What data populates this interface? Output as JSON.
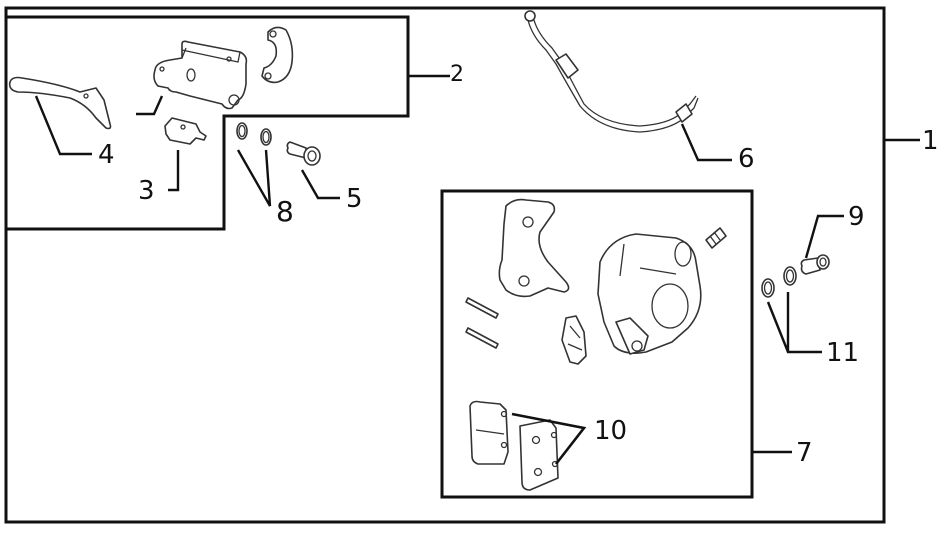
{
  "diagram": {
    "title": "Brake system exploded parts diagram",
    "labels": [
      {
        "id": "1",
        "text": "1",
        "part": "brake-assembly-complete"
      },
      {
        "id": "2",
        "text": "2",
        "part": "master-cylinder-assembly"
      },
      {
        "id": "3",
        "text": "3",
        "part": "brake-switch"
      },
      {
        "id": "4",
        "text": "4",
        "part": "brake-lever"
      },
      {
        "id": "5",
        "text": "5",
        "part": "banjo-bolt-upper"
      },
      {
        "id": "6",
        "text": "6",
        "part": "brake-hose"
      },
      {
        "id": "7",
        "text": "7",
        "part": "caliper-assembly"
      },
      {
        "id": "8",
        "text": "8",
        "part": "sealing-washers-upper"
      },
      {
        "id": "9",
        "text": "9",
        "part": "banjo-bolt-lower"
      },
      {
        "id": "10",
        "text": "10",
        "part": "brake-pads"
      },
      {
        "id": "11",
        "text": "11",
        "part": "sealing-washers-lower"
      }
    ]
  }
}
